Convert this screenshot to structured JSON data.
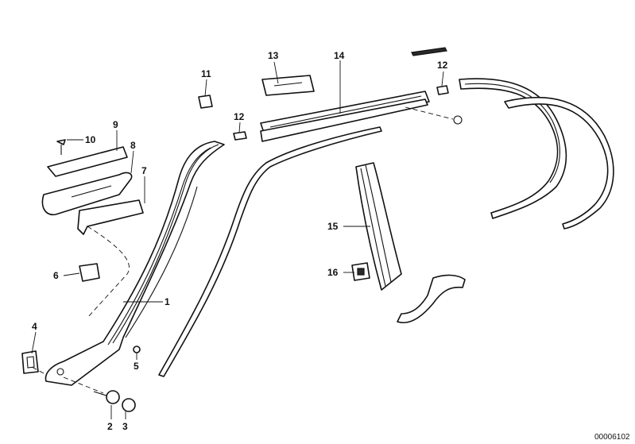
{
  "callouts": {
    "c1": "1",
    "c2": "2",
    "c3": "3",
    "c4": "4",
    "c5": "5",
    "c6": "6",
    "c7": "7",
    "c8": "8",
    "c9": "9",
    "c10": "10",
    "c11": "11",
    "c12a": "12",
    "c12b": "12",
    "c13": "13",
    "c14": "14",
    "c15": "15",
    "c16": "16"
  },
  "diagram_code": "00006102"
}
